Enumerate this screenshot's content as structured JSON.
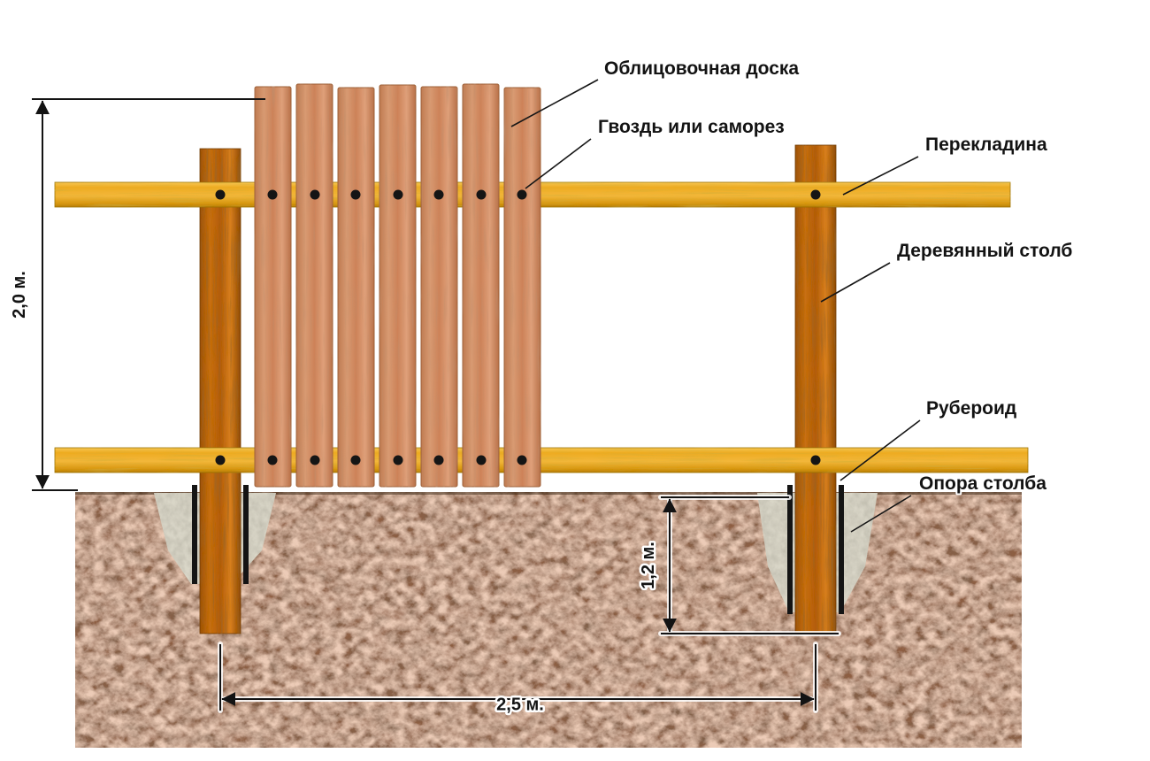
{
  "diagram": {
    "labels": {
      "facing_board": "Облицовочная доска",
      "fastener": "Гвоздь или саморез",
      "rail": "Перекладина",
      "post": "Деревянный столб",
      "ruberoid": "Рубероид",
      "support": "Опора столба"
    },
    "dimensions": {
      "fence_height": "2,0 м.",
      "post_depth": "1,2 м.",
      "post_spacing": "2,5 м."
    },
    "colors": {
      "board": "#d08a5e",
      "rail": "#efae22",
      "post": "#b5620e",
      "soil": "#8f5f42",
      "concrete": "#d9d6c7",
      "ruberoid": "#141414",
      "nail": "#151515",
      "line": "#131313"
    }
  }
}
